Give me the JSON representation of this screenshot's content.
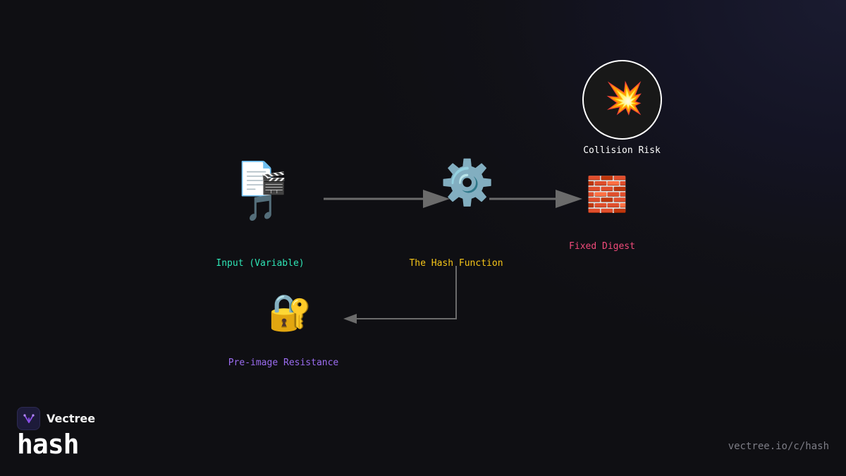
{
  "nodes": {
    "input": {
      "label": "Input (Variable)",
      "color": "#2ee6b6",
      "icons": [
        "📄",
        "🎬",
        "🎵"
      ]
    },
    "hash_function": {
      "label": "The Hash Function",
      "color": "#f5c518",
      "icon": "⚙️"
    },
    "fixed_digest": {
      "label": "Fixed Digest",
      "color": "#f04a7a",
      "icon": "🧱"
    },
    "collision_risk": {
      "label": "Collision Risk",
      "color": "#ffffff",
      "icon": "💥"
    },
    "preimage": {
      "label": "Pre-image Resistance",
      "color": "#9b6cf0",
      "icon": "🔐"
    }
  },
  "edges": [
    {
      "from": "input",
      "to": "hash_function"
    },
    {
      "from": "hash_function",
      "to": "fixed_digest"
    },
    {
      "from": "hash_function",
      "to": "preimage"
    }
  ],
  "footer": {
    "brand": "Vectree",
    "topic": "hash",
    "url": "vectree.io/c/hash"
  },
  "colors": {
    "arrow": "#6b6b6b",
    "accent": "#7b3fd6"
  }
}
